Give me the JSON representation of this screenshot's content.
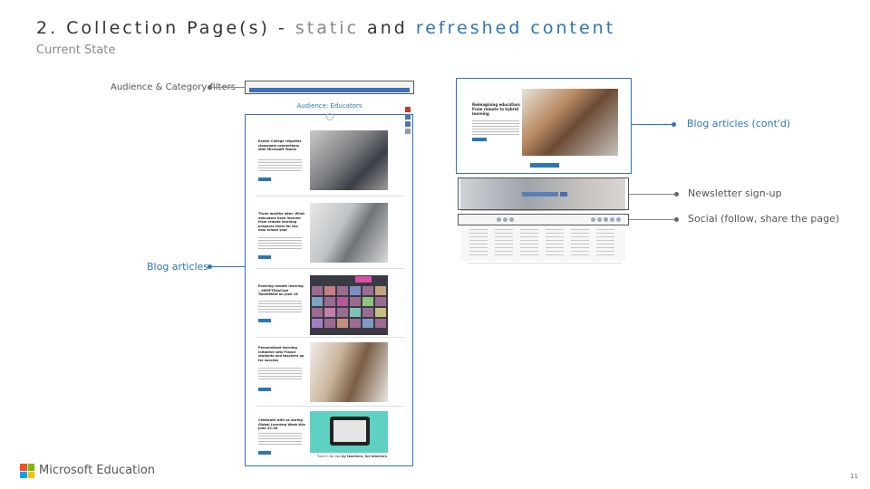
{
  "slide": {
    "title_part1": "2. Collection Page(s) - ",
    "title_part2": "static",
    "title_part3": " and ",
    "title_part4": "refreshed content",
    "subtitle": "Current State",
    "page_number": "11"
  },
  "callouts": {
    "audience_filters": "Audience & Category filters",
    "blog_articles": "Blog articles",
    "blog_articles_contd": "Blog articles (cont'd)",
    "newsletter": "Newsletter sign-up",
    "social": "Social (follow, share the page)"
  },
  "mock_page": {
    "audience_title": "Audience: Educators",
    "articles": [
      {
        "headline": "Exeter College reignites classroom connections with Microsoft Teams"
      },
      {
        "headline": "Three months later: What educators have learned from remote learning prepares them for the new school year"
      },
      {
        "headline": "Evolving remote learning – #MSFTEduChat TweetMeet on June 16"
      },
      {
        "headline": "Personalized learning initiative sets France students and teachers up for success"
      },
      {
        "headline": "Celebrate with us during Global Learning Week this June 22–26"
      }
    ],
    "footer_tag_prefix": "Tune in for tips ",
    "footer_tag_bold": "by teachers, for teachers",
    "right_headline": "Reimagining education: From remote to hybrid learning"
  },
  "brand": {
    "name": "Microsoft Education",
    "logo_colors": [
      "#f25022",
      "#7fba00",
      "#00a4ef",
      "#ffb900"
    ]
  },
  "colors": {
    "accent_blue": "#2e75b6",
    "title_gray": "#888888"
  }
}
